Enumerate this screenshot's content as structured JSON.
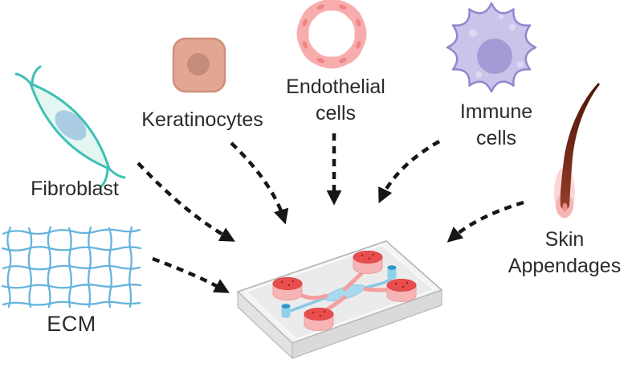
{
  "diagram": {
    "labels": {
      "fibroblast": "Fibroblast",
      "keratinocytes": "Keratinocytes",
      "endothelial_cells": "Endothelial cells",
      "immune_cells": "Immune cells",
      "skin_appendages": "Skin Appendages",
      "ecm": "ECM"
    },
    "icons": {
      "fibroblast": "fibroblast-cell-icon",
      "keratinocytes": "keratinocyte-cell-icon",
      "endothelial_cells": "endothelial-cell-ring-icon",
      "immune_cells": "immune-cell-icon",
      "skin_appendages": "hair-follicle-icon",
      "ecm": "ecm-mesh-icon",
      "chip": "microfluidic-chip-icon",
      "arrows": "dashed-arrow-icon"
    },
    "colors": {
      "background": "#ffffff",
      "label_text": "#2b2b2b",
      "arrow": "#161616",
      "fibroblast_outline": "#3fc0b4",
      "fibroblast_fill": "#e3f6f2",
      "fibroblast_nucleus": "#abcde3",
      "keratinocyte_fill": "#e2a793",
      "keratinocyte_nucleus": "#c38d7a",
      "endothelial_ring": "#f8adad",
      "endothelial_nuclei": "#ee8585",
      "immune_fill": "#c8c4ea",
      "immune_outline": "#8f88cc",
      "immune_nucleus": "#a39bd6",
      "hair_dark": "#4e180c",
      "hair_light": "#93402b",
      "hair_bulb_glow": "#f9c4c4",
      "ecm_mesh": "#55abdb",
      "chip_body": "#f3f3f3",
      "chip_reservoir_top": "#e84e4e",
      "chip_reservoir_side": "#f6b4b4",
      "chip_channel_pink": "#f39f9f",
      "chip_channel_blue": "#86c8e6",
      "chip_port_blue": "#2e95c6"
    }
  }
}
